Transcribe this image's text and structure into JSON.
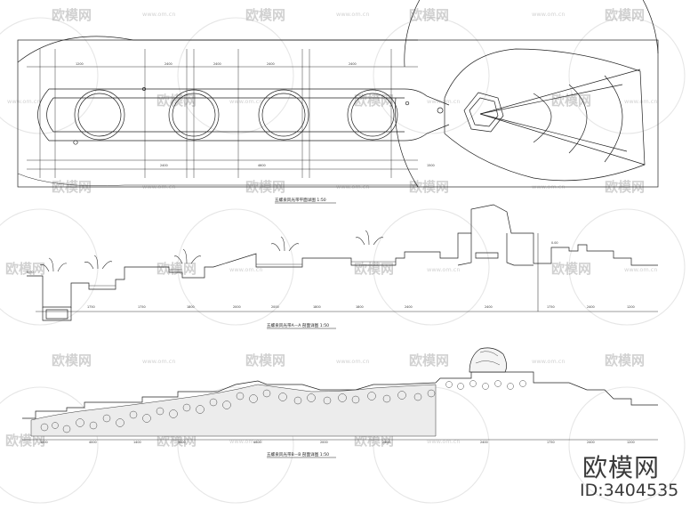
{
  "captions": {
    "plan": "五螺泉风光带平面详图 1:50",
    "section_a": "五螺泉风光带A－A 剖面详图 1:50",
    "section_b": "五螺泉风光带B－B 剖面详图 1:50"
  },
  "watermark": {
    "brand": "欧模网",
    "url": "www.om.cn"
  },
  "brand": {
    "name": "欧模网",
    "id": "ID:3404535"
  },
  "dims": {
    "plan": [
      "1200",
      "2400",
      "2400",
      "2400",
      "2400",
      "2400",
      "4600",
      "1500"
    ],
    "section_a": [
      "1750",
      "1750",
      "1800",
      "2000",
      "2000",
      "1800",
      "1800",
      "2400",
      "2400",
      "1750",
      "2400",
      "1200"
    ],
    "section_b": [
      "1000",
      "4000",
      "1400",
      "3000",
      "4000",
      "2000",
      "2400",
      "2400",
      "1750",
      "2400",
      "1200"
    ]
  },
  "labels": {
    "elev": "0.00"
  }
}
